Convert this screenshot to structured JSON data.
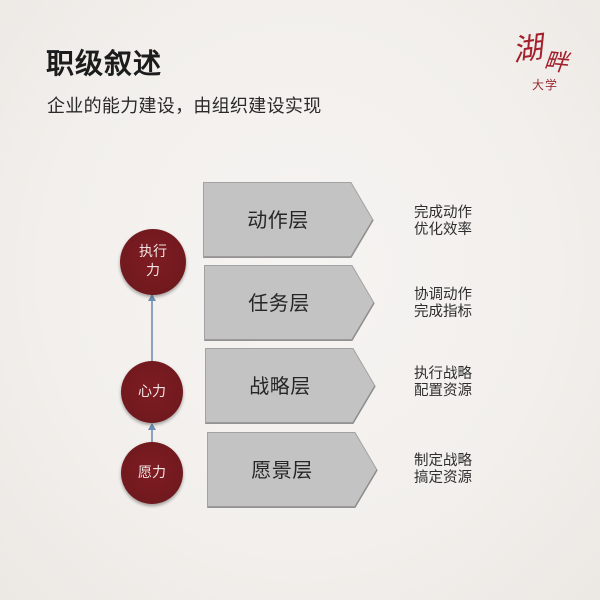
{
  "header": {
    "title": "职级叙述",
    "subtitle": "企业的能力建设，由组织建设实现"
  },
  "logo": {
    "line1": "湖",
    "line2": "畔",
    "line3": "大学",
    "color": "#a3202c"
  },
  "layers": [
    {
      "label": "动作层",
      "desc": [
        "完成动作",
        "优化效率"
      ]
    },
    {
      "label": "任务层",
      "desc": [
        "协调动作",
        "完成指标"
      ]
    },
    {
      "label": "战略层",
      "desc": [
        "执行战略",
        "配置资源"
      ]
    },
    {
      "label": "愿景层",
      "desc": [
        "制定战略",
        "搞定资源"
      ]
    }
  ],
  "capabilities": [
    {
      "line1": "执行",
      "line2": "力"
    },
    {
      "line1": "心力"
    },
    {
      "line1": "愿力"
    }
  ],
  "colors": {
    "layer_fill": "#c4c3c3",
    "layer_stroke": "#9f9e9e",
    "circle_fill": "#741a20",
    "connector": "#6f8fb4",
    "background": "#f2efec"
  }
}
